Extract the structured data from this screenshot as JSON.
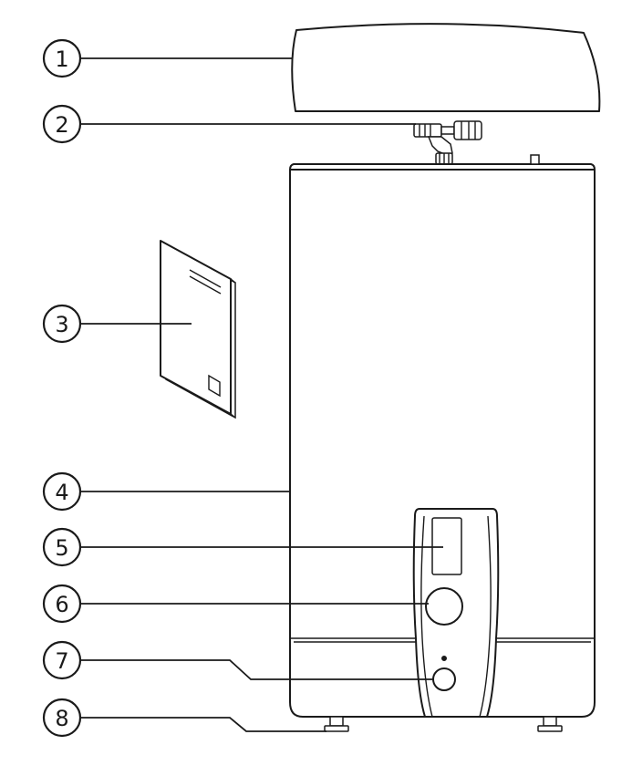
{
  "callouts": [
    {
      "id": "1",
      "label": "1",
      "part": "top-cover"
    },
    {
      "id": "2",
      "label": "2",
      "part": "valve"
    },
    {
      "id": "3",
      "label": "3",
      "part": "manual"
    },
    {
      "id": "4",
      "label": "4",
      "part": "tank-body"
    },
    {
      "id": "5",
      "label": "5",
      "part": "display"
    },
    {
      "id": "6",
      "label": "6",
      "part": "control-knob"
    },
    {
      "id": "7",
      "label": "7",
      "part": "button"
    },
    {
      "id": "8",
      "label": "8",
      "part": "feet"
    }
  ],
  "colors": {
    "stroke": "#1a1a1a",
    "background": "#ffffff"
  }
}
